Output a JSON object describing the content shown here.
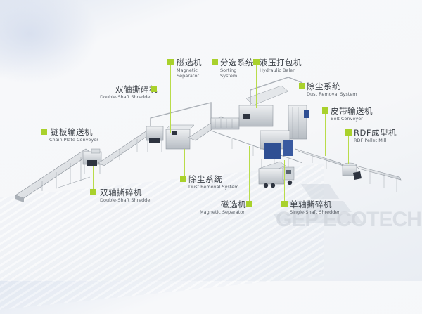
{
  "diagram": {
    "title": "",
    "colors": {
      "accent": "#a9d12c",
      "leader": "#b9dc4a",
      "text_primary": "#3a3f46",
      "text_secondary": "#5a6068",
      "machine_blue": "#2f4f93",
      "background": "#f6f7f9"
    },
    "callouts": [
      {
        "id": "chain-plate-conveyor",
        "zh": "链板输送机",
        "en": "Chain Plate Conveyor"
      },
      {
        "id": "double-shaft-shredder-1",
        "zh": "双轴撕碎机",
        "en": "Double-Shaft Shredder"
      },
      {
        "id": "double-shaft-shredder-2",
        "zh": "双轴撕碎机",
        "en": "Double-Shaft Shredder"
      },
      {
        "id": "magnetic-separator-1",
        "zh": "磁选机",
        "en": "Magnetic Separator",
        "en_line1": "Magnetic",
        "en_line2": "Separator"
      },
      {
        "id": "sorting-system",
        "zh": "分选系统",
        "en": "Sorting System",
        "en_line1": "Sorting",
        "en_line2": "System"
      },
      {
        "id": "hydraulic-baler",
        "zh": "液压打包机",
        "en": "Hydraulic Baler"
      },
      {
        "id": "dust-removal-system-1",
        "zh": "除尘系统",
        "en": "Dust Removal System"
      },
      {
        "id": "belt-conveyor",
        "zh": "皮带输送机",
        "en": "Belt Conveyor"
      },
      {
        "id": "rdf-pellet-mill",
        "zh": "RDF成型机",
        "en": "RDF Pellet Mill"
      },
      {
        "id": "dust-removal-system-2",
        "zh": "除尘系统",
        "en": "Dust Removal System"
      },
      {
        "id": "magnetic-separator-2",
        "zh": "磁选机",
        "en": "Magnetic Separator"
      },
      {
        "id": "single-shaft-shredder",
        "zh": "单轴撕碎机",
        "en": "Single-Shaft Shredder"
      }
    ],
    "watermark": {
      "text": "GEP ECOTECH"
    }
  }
}
